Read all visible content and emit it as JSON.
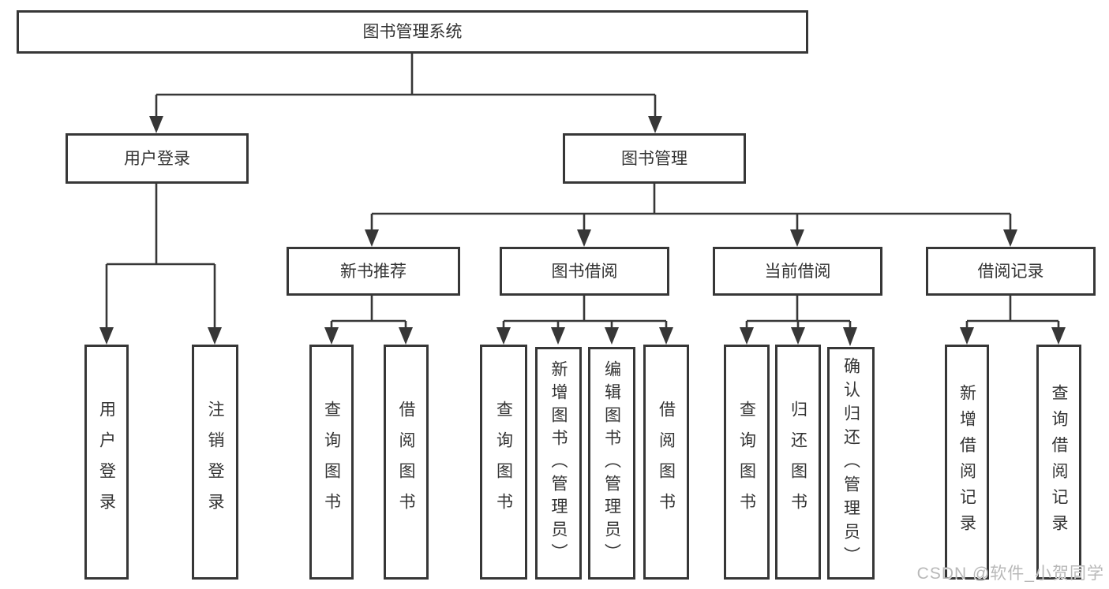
{
  "tree": {
    "label": "图书管理系统",
    "children": [
      {
        "label": "用户登录",
        "children": [
          {
            "label": "用户登录"
          },
          {
            "label": "注销登录"
          }
        ]
      },
      {
        "label": "图书管理",
        "children": [
          {
            "label": "新书推荐",
            "children": [
              {
                "label": "查询图书"
              },
              {
                "label": "借阅图书"
              }
            ]
          },
          {
            "label": "图书借阅",
            "children": [
              {
                "label": "查询图书"
              },
              {
                "label": "新增图书（管理员）"
              },
              {
                "label": "编辑图书（管理员）"
              },
              {
                "label": "借阅图书"
              }
            ]
          },
          {
            "label": "当前借阅",
            "children": [
              {
                "label": "查询图书"
              },
              {
                "label": "归还图书"
              },
              {
                "label": "确认归还（管理员）"
              }
            ]
          },
          {
            "label": "借阅记录",
            "children": [
              {
                "label": "新增借阅记录"
              },
              {
                "label": "查询借阅记录"
              }
            ]
          }
        ]
      }
    ]
  },
  "watermark": {
    "text": "CSDN @软件_小贺同学",
    "color": "#b8b8b8"
  },
  "colors": {
    "line": "#373737",
    "text": "#333333",
    "box_background": "#ffffff"
  }
}
